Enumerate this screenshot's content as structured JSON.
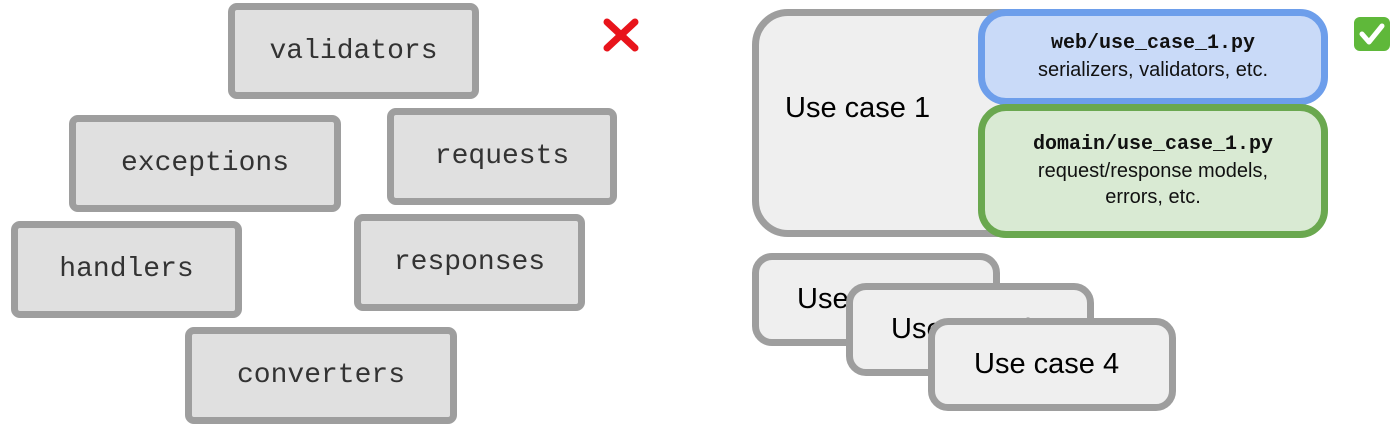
{
  "left_boxes": [
    {
      "id": "validators",
      "label": "validators"
    },
    {
      "id": "exceptions",
      "label": "exceptions"
    },
    {
      "id": "requests",
      "label": "requests"
    },
    {
      "id": "handlers",
      "label": "handlers"
    },
    {
      "id": "responses",
      "label": "responses"
    },
    {
      "id": "converters",
      "label": "converters"
    }
  ],
  "right": {
    "use_case_1": {
      "label": "Use case 1",
      "web": {
        "file": "web/use_case_1.py",
        "desc": "serializers, validators, etc."
      },
      "domain": {
        "file": "domain/use_case_1.py",
        "desc_line1": "request/response models,",
        "desc_line2": "errors, etc."
      }
    },
    "stack": [
      {
        "label": "Use case 2"
      },
      {
        "label": "Use case 3"
      },
      {
        "label": "Use case 4"
      }
    ]
  },
  "icons": {
    "cross": "cross-mark-icon",
    "check": "check-mark-icon"
  },
  "colors": {
    "cross": "#e8141b",
    "check": "#5fb83a",
    "web_fill": "#c9daf8",
    "web_border": "#6d9eeb",
    "domain_fill": "#d9ead3",
    "domain_border": "#6aa84f",
    "box_fill": "#e0e0e0",
    "box_border": "#9e9e9e"
  }
}
